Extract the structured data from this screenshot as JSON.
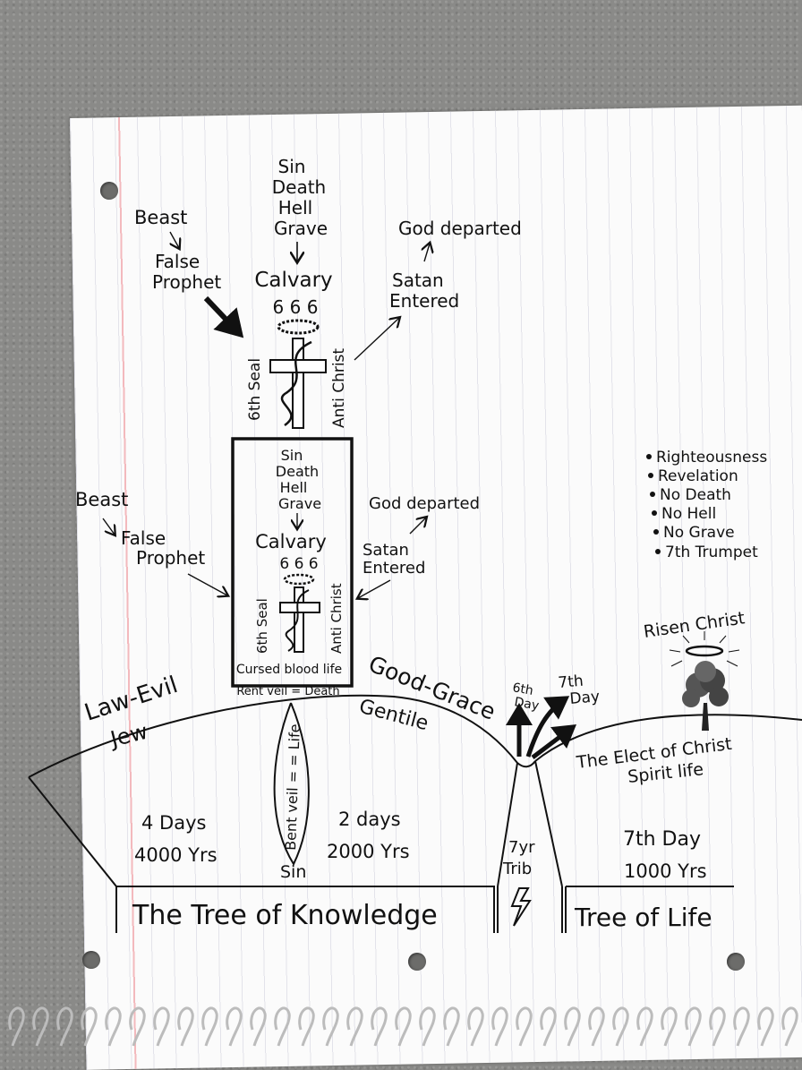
{
  "upper_cross": {
    "sin_list": [
      "Sin",
      "Death",
      "Hell",
      "Grave"
    ],
    "calvary": "Calvary",
    "number": "6 6 6",
    "seal": "6th Seal",
    "antichrist": "Anti Christ",
    "beast": "Beast",
    "false_prophet_1": "False",
    "false_prophet_2": "Prophet",
    "god_departed": "God departed",
    "satan_1": "Satan",
    "satan_2": "Entered"
  },
  "lower_cross": {
    "sin_list": [
      "Sin",
      "Death",
      "Hell",
      "Grave"
    ],
    "calvary": "Calvary",
    "number": "6 6 6",
    "seal": "6th Seal",
    "antichrist": "Anti Christ",
    "beast": "Beast",
    "false_prophet_1": "False",
    "false_prophet_2": "Prophet",
    "god_departed": "God departed",
    "satan_1": "Satan",
    "satan_2": "Entered",
    "cursed": "Cursed blood life",
    "rent_veil": "Rent veil = Death"
  },
  "right_list": [
    "Righteousness",
    "Revelation",
    "No Death",
    "No Hell",
    "No Grave",
    "7th Trumpet"
  ],
  "arc": {
    "law_evil": "Law-Evil",
    "jew": "Jew",
    "good_grace": "Good-Grace",
    "gentile": "Gentile",
    "bent_veil": "Bent veil = = Life",
    "sin": "Sin",
    "left_days": "4 Days",
    "left_years": "4000 Yrs",
    "mid_days": "2 days",
    "mid_years": "2000 Yrs",
    "trib_1": "7yr",
    "trib_2": "Trib",
    "sixth_day_1": "6th",
    "sixth_day_2": "Day",
    "seventh_day_1": "7th",
    "seventh_day_2": "Day",
    "risen": "Risen Christ",
    "elect": "The Elect of Christ",
    "spirit": "Spirit life",
    "right_days": "7th Day",
    "right_years": "1000 Yrs"
  },
  "bottom": {
    "tree_knowledge": "The Tree of Knowledge",
    "tree_life": "Tree of Life"
  }
}
